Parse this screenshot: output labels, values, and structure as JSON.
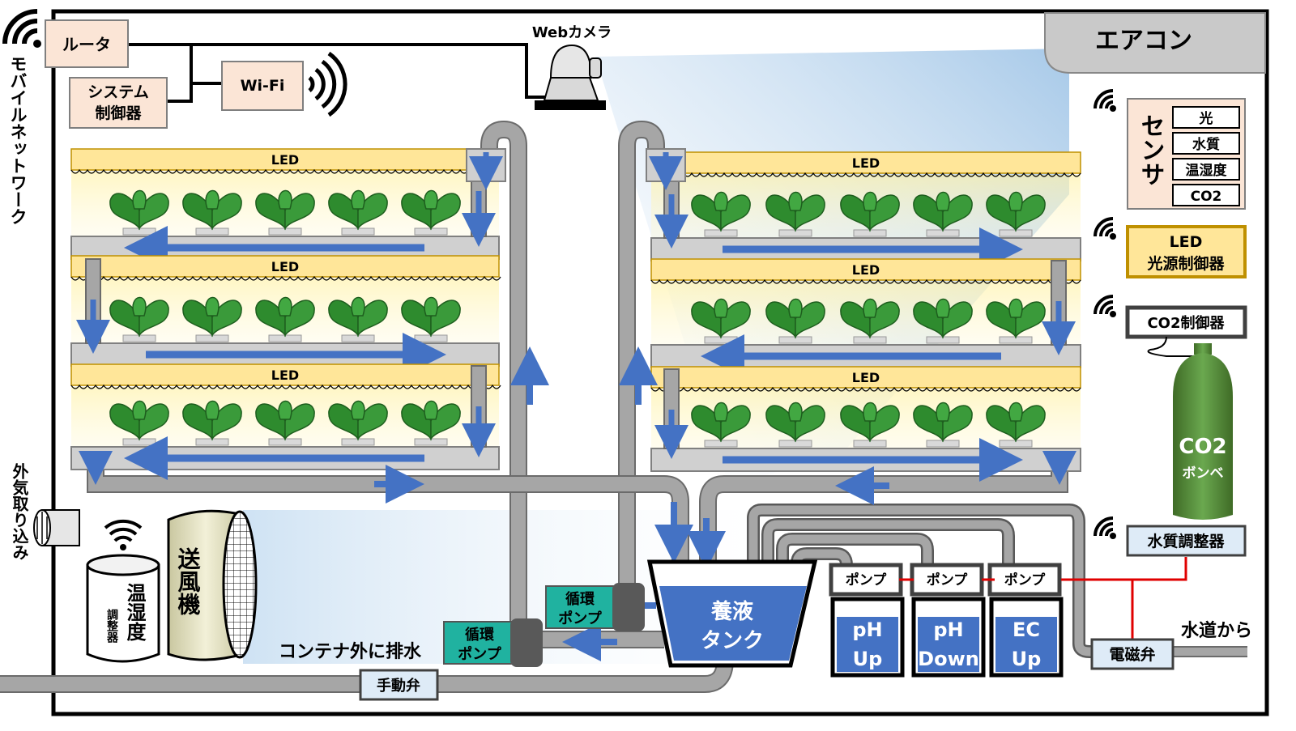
{
  "network": {
    "mobile_label": "モバイルネットワーク",
    "router": "ルータ",
    "system_line1": "システム",
    "system_line2": "制御器",
    "wifi": "Wi-Fi",
    "webcam": "Webカメラ"
  },
  "aircon": "エアコン",
  "sensor": {
    "title": "センサ",
    "items": [
      "光",
      "水質",
      "温湿度",
      "CO2"
    ]
  },
  "led_controller": {
    "line1": "LED",
    "line2": "光源制御器"
  },
  "co2_controller": "CO2制御器",
  "co2_tank": {
    "line1": "CO2",
    "line2": "ボンベ"
  },
  "water_adjuster": "水質調整器",
  "valve": "電磁弁",
  "water_inlet": "水道から",
  "led_label": "LED",
  "nutrient_tank": {
    "line1": "養液",
    "line2": "タンク"
  },
  "pumps": [
    "ポンプ",
    "ポンプ",
    "ポンプ"
  ],
  "bottles": [
    {
      "line1": "pH",
      "line2": "Up"
    },
    {
      "line1": "pH",
      "line2": "Down"
    },
    {
      "line1": "EC",
      "line2": "Up"
    }
  ],
  "circ_pump": {
    "line1": "循環",
    "line2": "ポンプ"
  },
  "drain_label": "コンテナ外に排水",
  "manual_valve": "手動弁",
  "outside_air": "外気取り込み",
  "fan": "送風機",
  "humidity_ctrl": {
    "main": "温湿度",
    "sub": "調整器"
  },
  "colors": {
    "pipe": "#a6a6a6",
    "arrow": "#4472c4",
    "led_bar": "#ffe699",
    "plant": "#2e8b2e",
    "tank": "#4472c4",
    "peach": "#fbe5d6",
    "co2_green": "#548235"
  }
}
